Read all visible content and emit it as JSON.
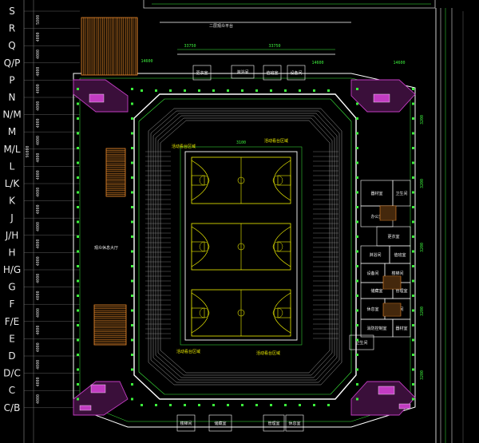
{
  "grid_axes": {
    "rows": [
      "S",
      "R",
      "Q",
      "Q/P",
      "P",
      "N",
      "N/M",
      "M",
      "M/L",
      "L",
      "L/K",
      "K",
      "J",
      "J/H",
      "H",
      "H/G",
      "G",
      "F",
      "F/E",
      "E",
      "D",
      "D/C",
      "C",
      "C/B"
    ]
  },
  "dimensions": {
    "left_col": [
      "5800",
      "4000",
      "4000",
      "4000",
      "4000",
      "4000",
      "4000",
      "4000",
      "4000",
      "4000",
      "4000",
      "4000",
      "4000",
      "4000",
      "4000",
      "4000",
      "4000",
      "4000",
      "4000",
      "4000",
      "4000",
      "4000",
      "4000"
    ],
    "total": "96000",
    "top": [
      "33750",
      "33750",
      "14600",
      "14600",
      "14600"
    ],
    "right_col": [
      "3200",
      "3200",
      "3200",
      "3200",
      "3200"
    ],
    "court_width": "3100",
    "misc": [
      "14600",
      "14600",
      "3100"
    ]
  },
  "labels": {
    "top_platform": "二层观众平台",
    "left_hall": "观众休息大厅",
    "seating_tag": "活动看台区域",
    "rooms": [
      "器材室",
      "卫生间",
      "办公室",
      "更衣室",
      "淋浴间",
      "值班室",
      "设备间",
      "楼梯间",
      "储藏室",
      "管理室",
      "休息室",
      "配电间",
      "消防控制室"
    ]
  },
  "colors": {
    "background": "#000000",
    "wall": "#ffffff",
    "structure": "#3cf03c",
    "magenta": "#c23cc2",
    "court": "#f2f200",
    "stair": "#f08c2c",
    "grid_line": "#7a7a7a",
    "room": "#9f9f9f"
  }
}
